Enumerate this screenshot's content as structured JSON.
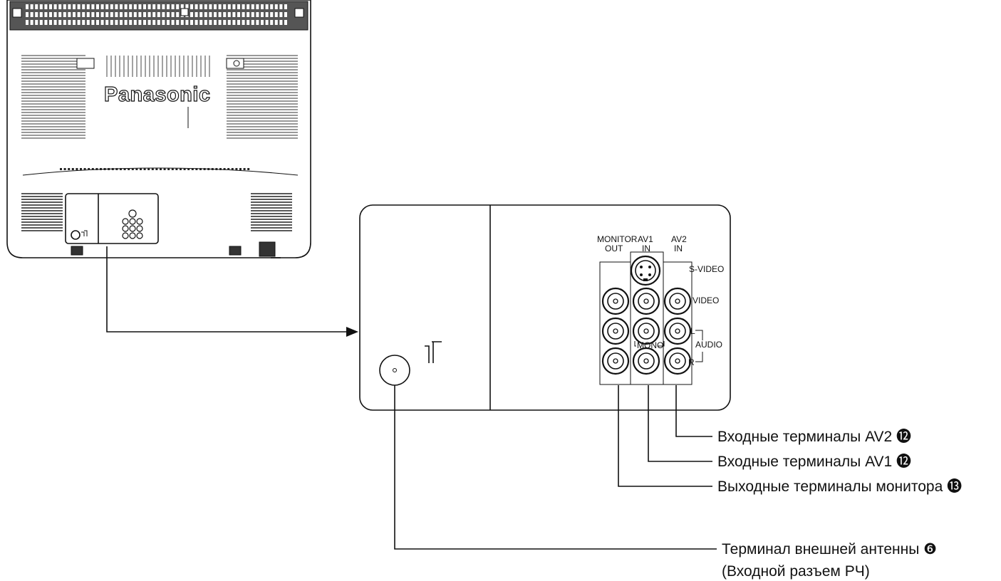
{
  "tv_back": {
    "brand": "Panasonic"
  },
  "panel": {
    "column_headers": {
      "monitor_out_line1": "MONITOR",
      "monitor_out_line2": "OUT",
      "av1_line1": "AV1",
      "av1_line2": "IN",
      "av2_line1": "AV2",
      "av2_line2": "IN"
    },
    "row_labels": {
      "s_video": "S-VIDEO",
      "video": "VIDEO",
      "audio": "AUDIO",
      "left": "L",
      "right": "R",
      "mono": "MONO"
    }
  },
  "callouts": {
    "av2": "Входные терминалы AV2 ⓬",
    "av1": "Входные терминалы AV1 ⓬",
    "monitor_out": "Выходные терминалы монитора ⓭",
    "antenna_line1": "Терминал внешней антенны ❻",
    "antenna_line2": "(Входной разъем РЧ)"
  }
}
